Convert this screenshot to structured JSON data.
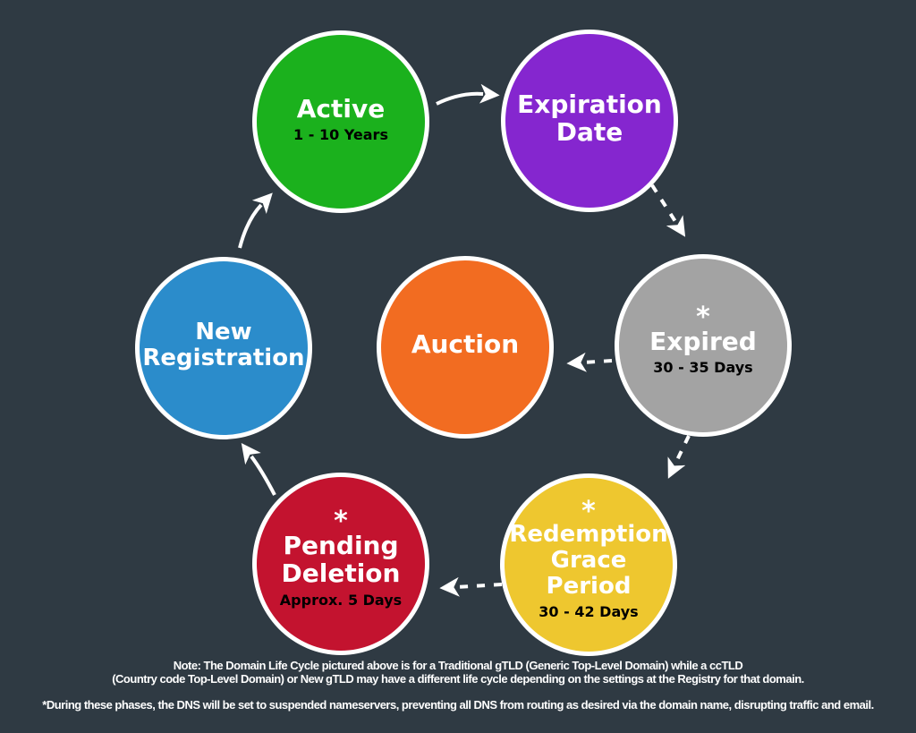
{
  "diagram": {
    "name": "Domain Life Cycle",
    "background_color": "#2f3a43",
    "arrow_color": "#ffffff",
    "nodes": [
      {
        "id": "active",
        "line1": "Active",
        "line2": "",
        "sublabel": "1 - 10 Years",
        "marker": "",
        "color": "#1bb11d"
      },
      {
        "id": "expiration-date",
        "line1": "Expiration",
        "line2": "Date",
        "sublabel": "",
        "marker": "",
        "color": "#8526cf"
      },
      {
        "id": "new-registration",
        "line1": "New",
        "line2": "Registration",
        "sublabel": "",
        "marker": "",
        "color": "#2b8ccb"
      },
      {
        "id": "auction",
        "line1": "Auction",
        "line2": "",
        "sublabel": "",
        "marker": "",
        "color": "#f26c21"
      },
      {
        "id": "expired",
        "line1": "Expired",
        "line2": "",
        "sublabel": "30 - 35 Days",
        "marker": "*",
        "color": "#a3a3a3"
      },
      {
        "id": "redemption-grace-period",
        "line1": "Redemption",
        "line2": "Grace Period",
        "sublabel": "30 - 42 Days",
        "marker": "*",
        "color": "#eec72f"
      },
      {
        "id": "pending-deletion",
        "line1": "Pending",
        "line2": "Deletion",
        "sublabel": "Approx. 5 Days",
        "marker": "*",
        "color": "#c3132f"
      }
    ],
    "arrows": [
      {
        "from": "active",
        "to": "expiration-date",
        "style": "solid"
      },
      {
        "from": "expiration-date",
        "to": "expired",
        "style": "dashed"
      },
      {
        "from": "expired",
        "to": "auction",
        "style": "dashed"
      },
      {
        "from": "expired",
        "to": "redemption-grace-period",
        "style": "dashed"
      },
      {
        "from": "redemption-grace-period",
        "to": "pending-deletion",
        "style": "dashed"
      },
      {
        "from": "pending-deletion",
        "to": "new-registration",
        "style": "solid"
      },
      {
        "from": "new-registration",
        "to": "active",
        "style": "solid"
      }
    ]
  },
  "notes": {
    "line1": "Note: The Domain Life Cycle pictured above is for a Traditional gTLD (Generic Top-Level Domain) while a ccTLD",
    "line2": "(Country code Top-Level Domain) or New gTLD may have a different life cycle depending on the settings at the Registry for that domain.",
    "footnote": "*During these phases, the DNS will be set to suspended nameservers, preventing all DNS from routing as desired via the domain name, disrupting traffic and email."
  }
}
